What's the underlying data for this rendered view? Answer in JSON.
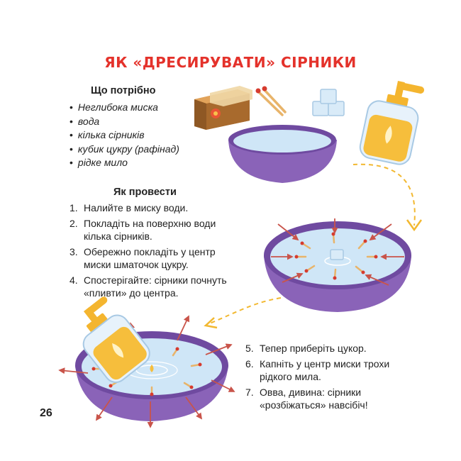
{
  "title": "ЯК «ДРЕСИРУВАТИ» СІРНИКИ",
  "needs": {
    "heading": "Що потрібно",
    "items": [
      "Неглибока миска",
      "вода",
      "кілька сірників",
      "кубик цукру (рафінад)",
      "рідке мило"
    ]
  },
  "how": {
    "heading": "Як провести",
    "steps_a": [
      {
        "num": "1.",
        "text": "Налийте в миску води."
      },
      {
        "num": "2.",
        "text": "Покладіть на поверхню води кілька сірників."
      },
      {
        "num": "3.",
        "text": "Обережно покладіть у центр миски шматочок цукру."
      },
      {
        "num": "4.",
        "text": "Спостерігайте: сірники поч­нуть «пливти» до центра."
      }
    ],
    "steps_b": [
      {
        "num": "5.",
        "text": "Тепер приберіть цукор."
      },
      {
        "num": "6.",
        "text": "Капніть у центр миски тро­хи рідкого мила."
      },
      {
        "num": "7.",
        "text": "Овва, дивина: сірники «розбіжаться» навсібіч!"
      }
    ]
  },
  "page_number": "26",
  "colors": {
    "title": "#e4322b",
    "bowl": "#8a63b8",
    "water": "#cfe6f7",
    "arrow": "#c9544a",
    "dashed": "#f2b830"
  },
  "icons": [
    "matchbox-icon",
    "matches-icon",
    "sugar-cubes-icon",
    "soap-bottle-icon",
    "bowl-icon"
  ]
}
